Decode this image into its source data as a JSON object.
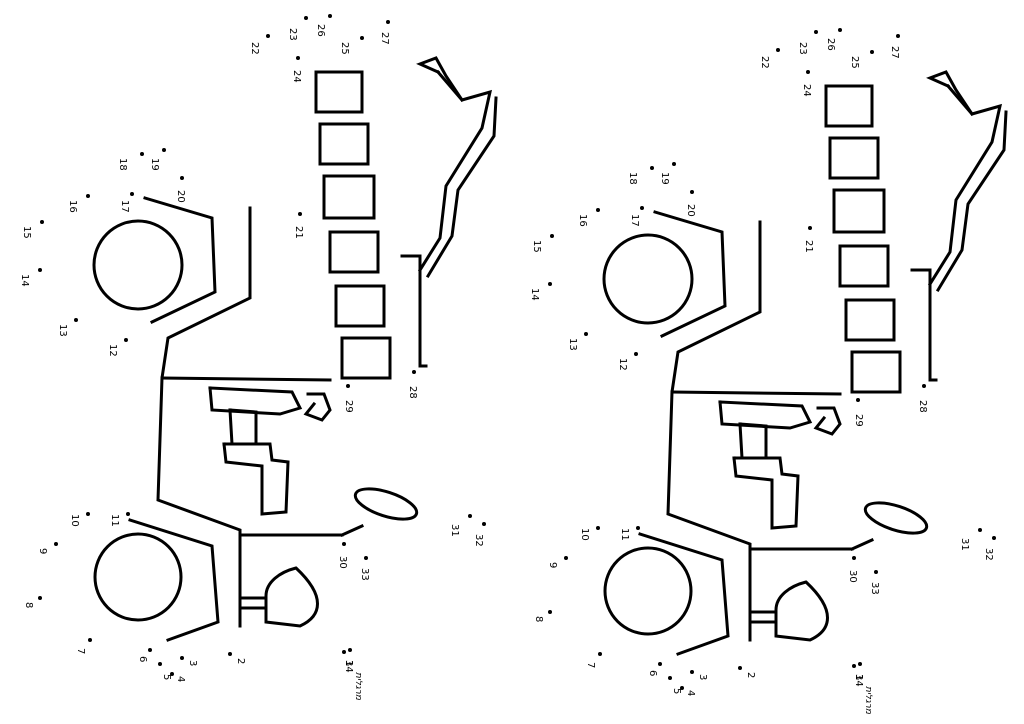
{
  "worksheet": {
    "copies": 2,
    "dots": [
      {
        "label": "1"
      },
      {
        "label": "2"
      },
      {
        "label": "3"
      },
      {
        "label": "4"
      },
      {
        "label": "5"
      },
      {
        "label": "6"
      },
      {
        "label": "7"
      },
      {
        "label": "8"
      },
      {
        "label": "9"
      },
      {
        "label": "10"
      },
      {
        "label": "11"
      },
      {
        "label": "12"
      },
      {
        "label": "13"
      },
      {
        "label": "14"
      },
      {
        "label": "15"
      },
      {
        "label": "16"
      },
      {
        "label": "17"
      },
      {
        "label": "18"
      },
      {
        "label": "19"
      },
      {
        "label": "20"
      },
      {
        "label": "21"
      },
      {
        "label": "22"
      },
      {
        "label": "23"
      },
      {
        "label": "24"
      },
      {
        "label": "25"
      },
      {
        "label": "26"
      },
      {
        "label": "27"
      },
      {
        "label": "28"
      },
      {
        "label": "29"
      },
      {
        "label": "30"
      },
      {
        "label": "31"
      },
      {
        "label": "32"
      },
      {
        "label": "33"
      },
      {
        "label": "34"
      }
    ],
    "signature": "מרגלית"
  }
}
